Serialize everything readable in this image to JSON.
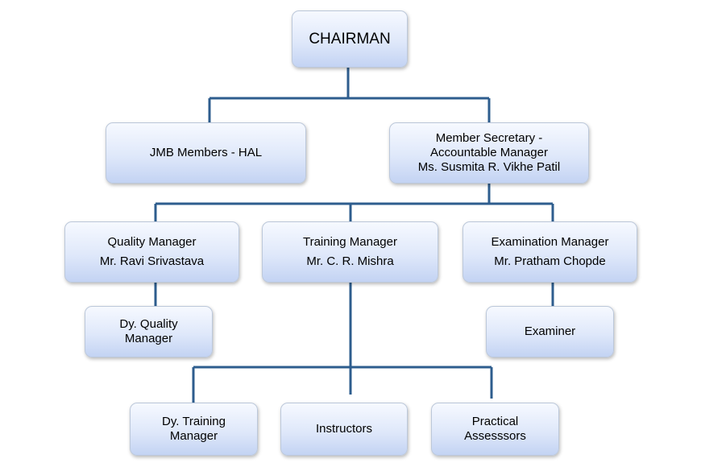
{
  "nodes": {
    "chairman": "CHAIRMAN",
    "jmb_members": "JMB Members - HAL",
    "member_secretary": {
      "line1": "Member Secretary -",
      "line2": "Accountable Manager",
      "line3": "Ms. Susmita R. Vikhe Patil"
    },
    "quality_manager": {
      "title": "Quality Manager",
      "name": "Mr. Ravi Srivastava"
    },
    "training_manager": {
      "title": "Training Manager",
      "name": "Mr. C. R. Mishra"
    },
    "examination_manager": {
      "title": "Examination Manager",
      "name": "Mr. Pratham Chopde"
    },
    "dy_quality_manager": {
      "line1": "Dy. Quality",
      "line2": "Manager"
    },
    "examiner": "Examiner",
    "dy_training_manager": {
      "line1": "Dy. Training",
      "line2": "Manager"
    },
    "instructors": "Instructors",
    "practical_assessors": {
      "line1": "Practical",
      "line2": "Assesssors"
    }
  },
  "colors": {
    "connector": "#2e5d8e",
    "box_top": "#f6f9ff",
    "box_bottom": "#c3d3f3"
  }
}
